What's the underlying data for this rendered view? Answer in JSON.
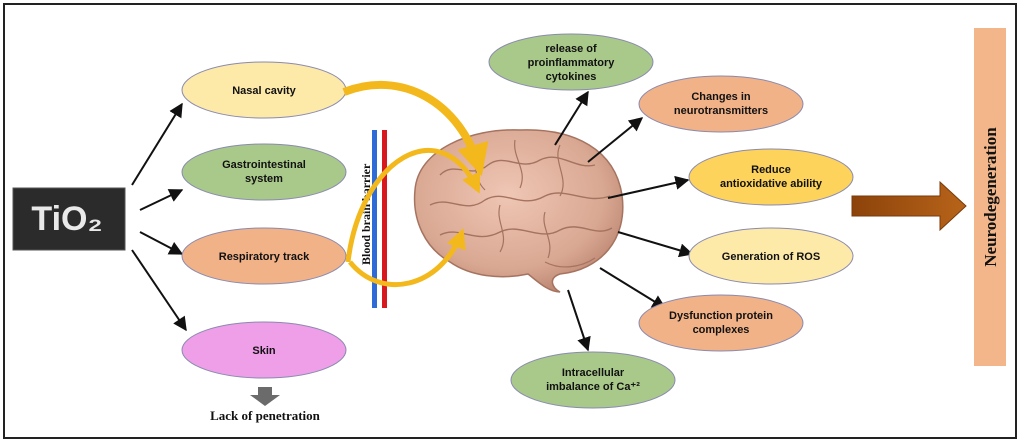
{
  "source": {
    "label": "TiO₂"
  },
  "routes": [
    {
      "id": "nasal",
      "lines": [
        "Nasal cavity"
      ],
      "color": "#fde9a8"
    },
    {
      "id": "gi",
      "lines": [
        "Gastrointestinal",
        "system"
      ],
      "color": "#a9c98a"
    },
    {
      "id": "resp",
      "lines": [
        "Respiratory track"
      ],
      "color": "#f2b287"
    },
    {
      "id": "skin",
      "lines": [
        "Skin"
      ],
      "color": "#ef9ee8"
    }
  ],
  "skin_result": "Lack of penetration",
  "barrier_label": "Blood brain barrier",
  "effects": [
    {
      "id": "cytokines",
      "lines": [
        "release  of",
        "proinflammatory",
        "cytokines"
      ],
      "color": "#a9c98a"
    },
    {
      "id": "neuro",
      "lines": [
        "Changes in",
        "neurotransmitters"
      ],
      "color": "#f2b287"
    },
    {
      "id": "antiox",
      "lines": [
        "Reduce",
        "antioxidative ability"
      ],
      "color": "#fdd35c"
    },
    {
      "id": "ros",
      "lines": [
        "Generation of ROS"
      ],
      "color": "#fde9a8"
    },
    {
      "id": "protein",
      "lines": [
        "Dysfunction protein",
        "complexes"
      ],
      "color": "#f2b287"
    },
    {
      "id": "calcium",
      "lines": [
        "Intracellular",
        "imbalance of Ca⁺²"
      ],
      "color": "#a9c98a"
    }
  ],
  "outcome": {
    "label": "Neurodegeneration",
    "color": "#f3b68a"
  },
  "colors": {
    "arrow_yellow": "#f3b81b",
    "arrow_brown": "#a0520f",
    "brain": "#d9a893",
    "barrier_red": "#d7191f",
    "barrier_blue": "#2e6bd6"
  }
}
